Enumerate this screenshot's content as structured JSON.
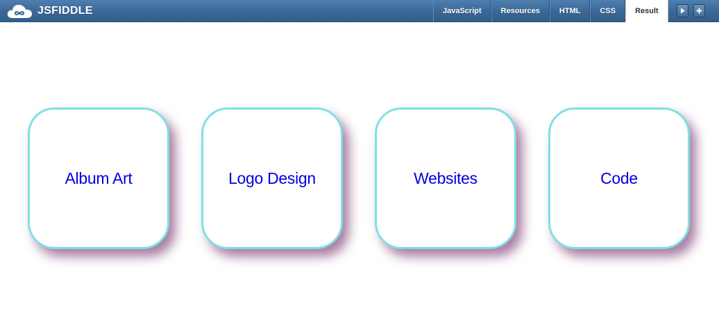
{
  "header": {
    "brand": "JSFIDDLE",
    "logo_icon": "cloud-infinity-icon",
    "tabs": [
      {
        "label": "JavaScript",
        "active": false
      },
      {
        "label": "Resources",
        "active": false
      },
      {
        "label": "HTML",
        "active": false
      },
      {
        "label": "CSS",
        "active": false
      },
      {
        "label": "Result",
        "active": true
      }
    ],
    "buttons": [
      {
        "icon": "play-icon"
      },
      {
        "icon": "plus-icon"
      }
    ]
  },
  "cards": [
    {
      "label": "Album Art"
    },
    {
      "label": "Logo Design"
    },
    {
      "label": "Websites"
    },
    {
      "label": "Code"
    }
  ],
  "colors": {
    "header_bar": "#3a6796",
    "card_border": "#7fe0e3",
    "card_shadow": "#601256",
    "card_text": "#0000dd"
  }
}
